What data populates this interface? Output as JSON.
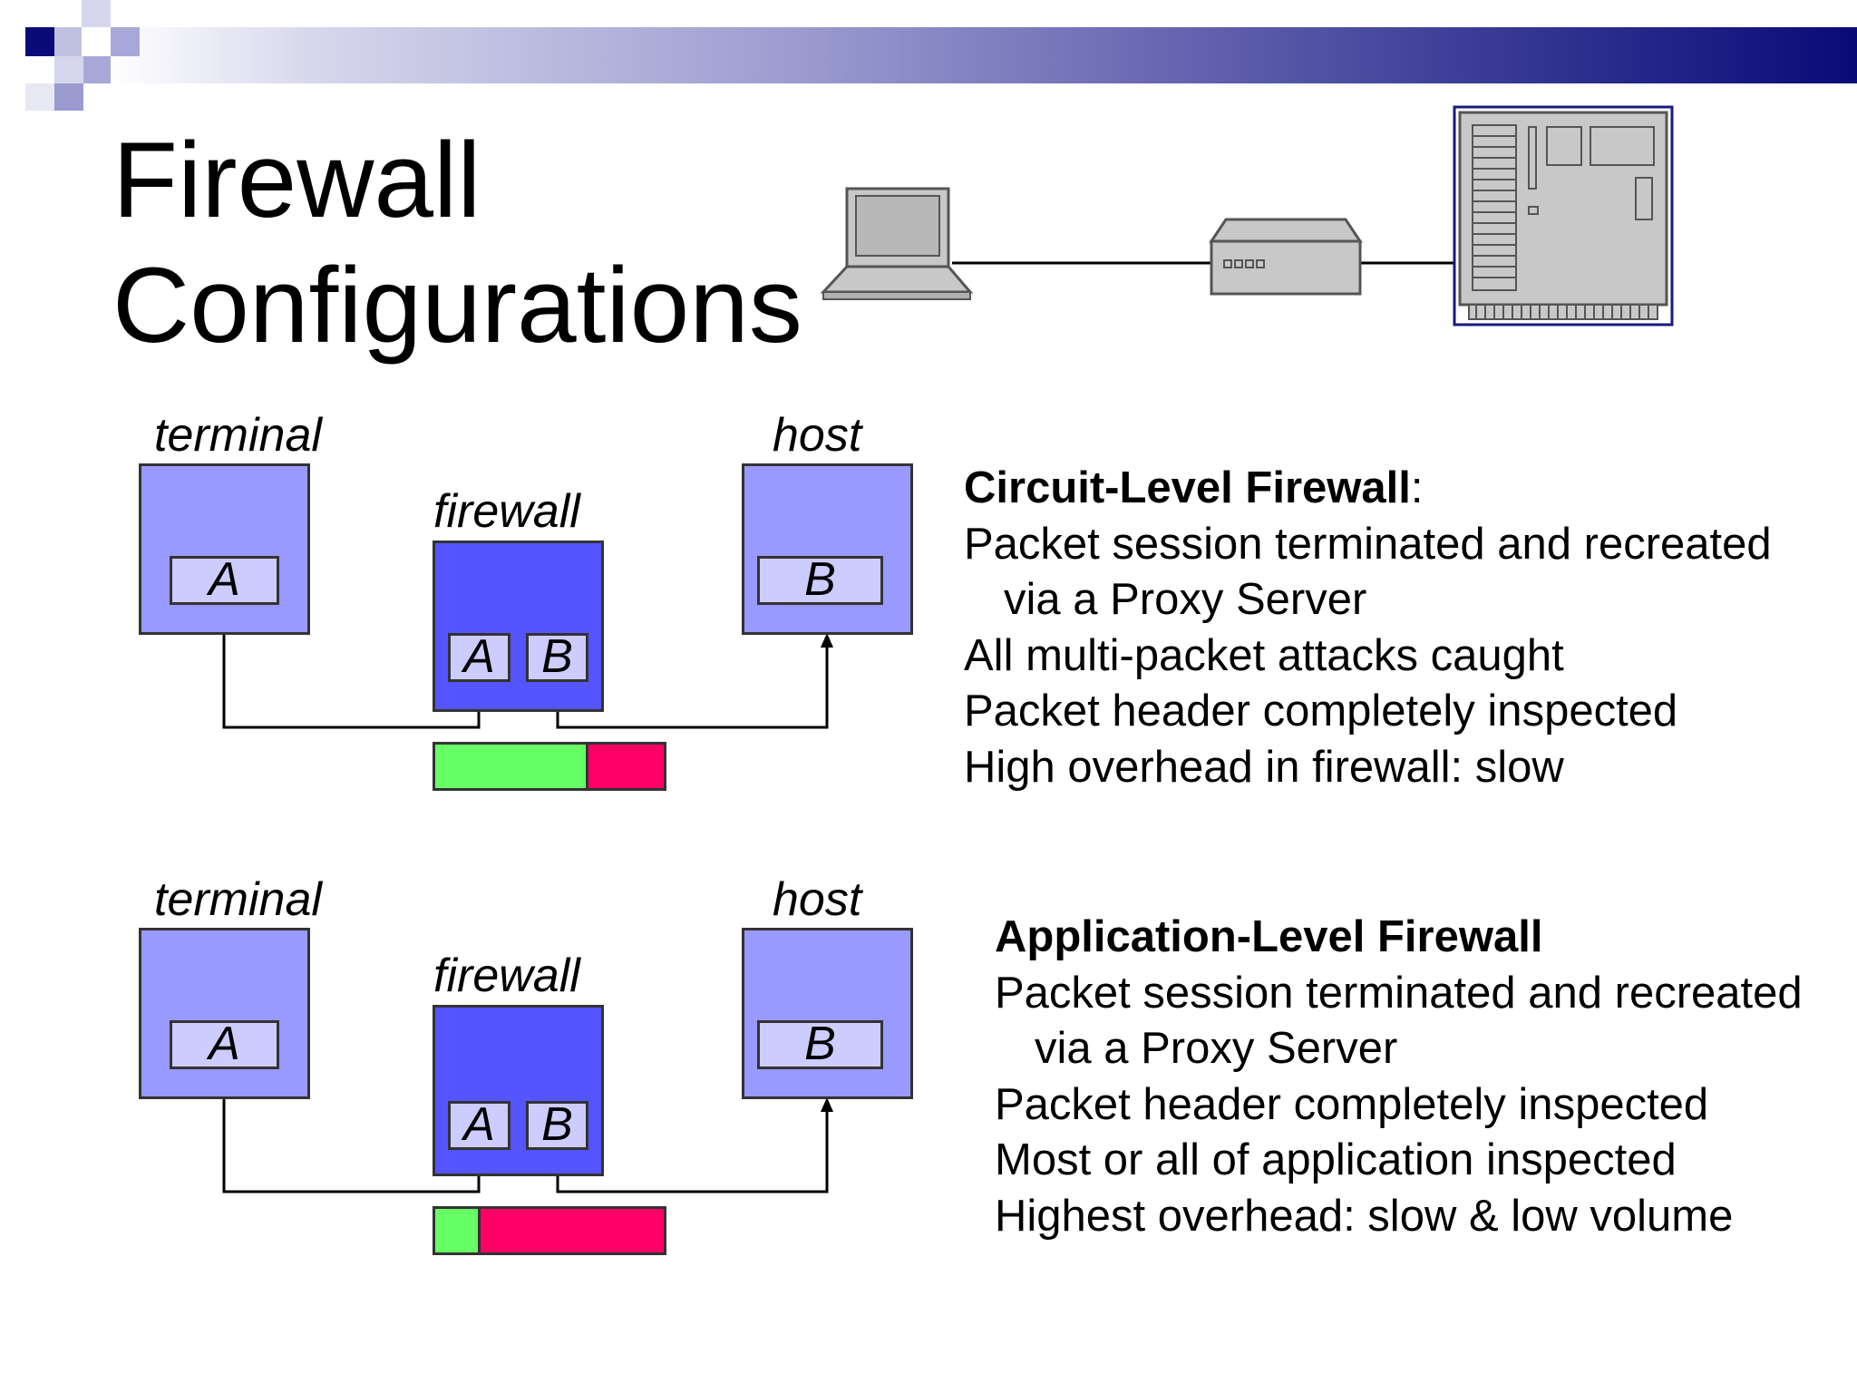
{
  "slide": {
    "title_line1": "Firewall",
    "title_line2": "Configurations"
  },
  "colors": {
    "endpoint_box": "#9999ff",
    "firewall_box": "#5555ff",
    "inner_box": "#ccccff",
    "bar_green": "#66ff66",
    "bar_red": "#ff0066"
  },
  "diagrams": [
    {
      "terminal_label": "terminal",
      "host_label": "host",
      "firewall_label": "firewall",
      "terminal_inner": "A",
      "host_inner": "B",
      "fw_inner_a": "A",
      "fw_inner_b": "B",
      "bar_green_fraction": 0.67,
      "heading": "Circuit-Level Firewall",
      "heading_suffix": ":",
      "lines": [
        "Packet session terminated and recreated",
        "via a Proxy Server",
        "All multi-packet attacks caught",
        "Packet header completely inspected",
        "High overhead in firewall: slow"
      ]
    },
    {
      "terminal_label": "terminal",
      "host_label": "host",
      "firewall_label": "firewall",
      "terminal_inner": "A",
      "host_inner": "B",
      "fw_inner_a": "A",
      "fw_inner_b": "B",
      "bar_green_fraction": 0.2,
      "heading": "Application-Level Firewall",
      "heading_suffix": "",
      "lines": [
        "Packet session terminated and recreated",
        "via a Proxy Server",
        "Packet header completely inspected",
        "Most or all of application inspected",
        "Highest overhead: slow & low volume"
      ]
    }
  ],
  "icons": [
    "laptop-icon",
    "hub-icon",
    "server-icon"
  ]
}
